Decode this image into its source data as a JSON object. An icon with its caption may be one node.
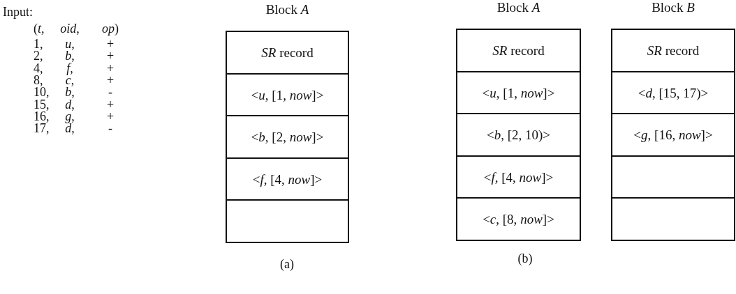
{
  "diagram": {
    "nodes": [
      {
        "text": [
          "Block *A*"
        ]
      },
      {
        "text": [
          "*SR* record"
        ],
        "in": 0
      },
      {
        "text": [
          "<*u*, [1, *now*]>"
        ],
        "in": 0
      },
      {
        "text": [
          "<*b*, [2, *now*]>"
        ],
        "in": 0
      },
      {
        "text": [
          "<*f*, [4, *now*]>"
        ],
        "in": 0
      },
      {
        "text": [],
        "shape": "box",
        "in": 0
      },
      {
        "text": [
          "Block *A*"
        ]
      },
      {
        "text": [
          "*SR* record"
        ],
        "in": 6
      },
      {
        "text": [
          "<*u*, [1, *now*]>"
        ],
        "in": 6
      },
      {
        "text": [
          "<*b*, [2, 10)>"
        ],
        "in": 6
      },
      {
        "text": [
          "<*f*, [4, *now*]>"
        ],
        "in": 6
      },
      {
        "text": [
          "<*c*, [8, *now*]>"
        ],
        "in": 6
      },
      {
        "text": [
          "Block *B*"
        ]
      },
      {
        "text": [
          "*SR* record"
        ],
        "in": 12
      },
      {
        "text": [
          "<*d*, [15, 17)>"
        ],
        "in": 12
      },
      {
        "text": [
          "<*g*, [16, *now*]>"
        ],
        "in": 12
      },
      {
        "text": [],
        "shape": "box",
        "in": 12
      },
      {
        "text": [],
        "shape": "box",
        "in": 12
      }
    ],
    "edges": [],
    "labels": [
      "Input:",
      "(*t*,",
      "*oid*,",
      "*op*)",
      "1,",
      "*u*,",
      "+",
      "2,",
      "*b*,",
      "+",
      "4,",
      "*f*,",
      "+",
      "8,",
      "*c*,",
      "+",
      "10,",
      "*b*,",
      "-",
      "15,",
      "*d*,",
      "+",
      "16,",
      "*g*,",
      "+",
      "17,",
      "*d*,",
      "-",
      "(a)",
      "(b)"
    ]
  }
}
